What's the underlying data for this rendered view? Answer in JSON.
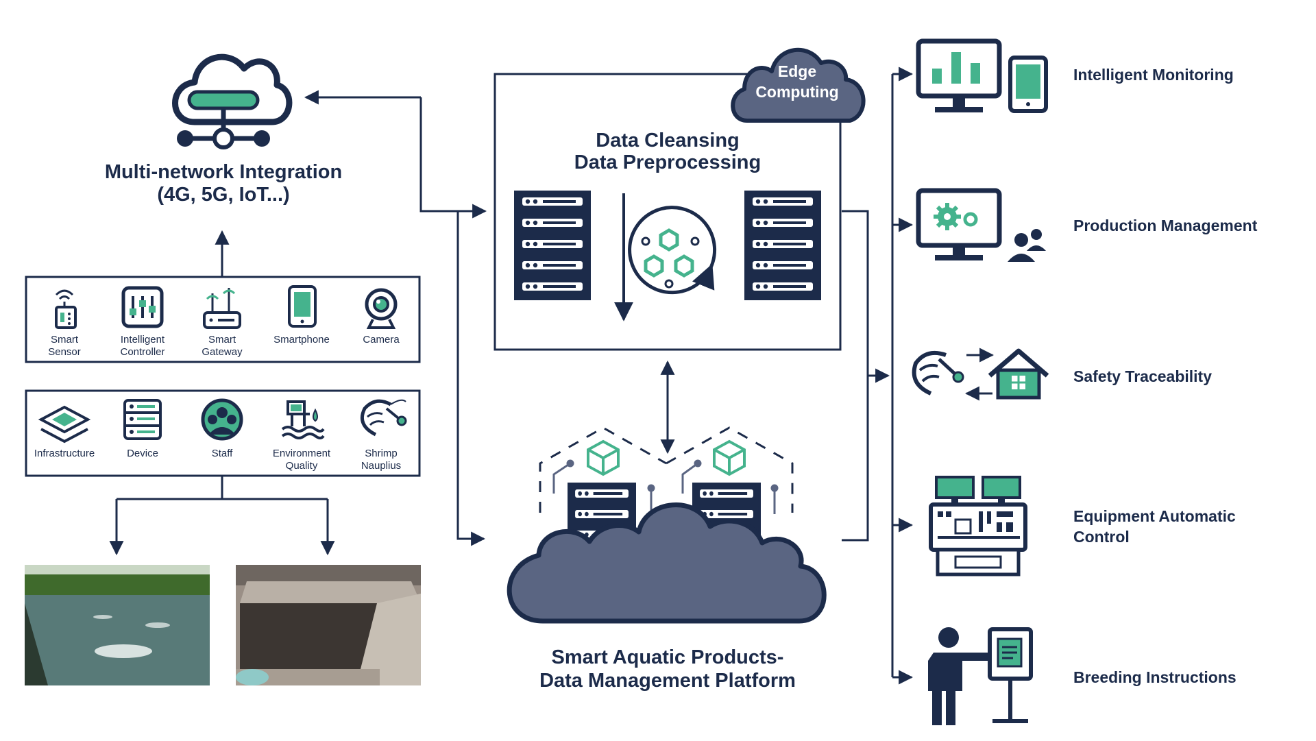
{
  "colors": {
    "navy": "#1c2b4a",
    "teal": "#45b38d",
    "slate": "#5a6582",
    "white": "#ffffff"
  },
  "network": {
    "icon": "cloud-network-icon",
    "line1": "Multi-network Integration",
    "line2": "(4G, 5G, IoT...)"
  },
  "devices": [
    {
      "icon": "smart-sensor-icon",
      "l1": "Smart",
      "l2": "Sensor"
    },
    {
      "icon": "intelligent-controller-icon",
      "l1": "Intelligent",
      "l2": "Controller"
    },
    {
      "icon": "smart-gateway-icon",
      "l1": "Smart",
      "l2": "Gateway"
    },
    {
      "icon": "smartphone-icon",
      "l1": "Smartphone",
      "l2": ""
    },
    {
      "icon": "camera-icon",
      "l1": "Camera",
      "l2": ""
    }
  ],
  "resources": [
    {
      "icon": "layers-icon",
      "l1": "Infrastructure",
      "l2": ""
    },
    {
      "icon": "server-stack-icon",
      "l1": "Device",
      "l2": ""
    },
    {
      "icon": "staff-icon",
      "l1": "Staff",
      "l2": ""
    },
    {
      "icon": "environment-quality-icon",
      "l1": "Environment",
      "l2": "Quality"
    },
    {
      "icon": "shrimp-icon",
      "l1": "Shrimp",
      "l2": "Nauplius"
    }
  ],
  "photos": [
    {
      "icon": "pond-photo"
    },
    {
      "icon": "tank-photo"
    }
  ],
  "processing": {
    "edge_line1": "Edge",
    "edge_line2": "Computing",
    "title1": "Data Cleansing",
    "title2": "Data Preprocessing"
  },
  "platform": {
    "line1": "Smart Aquatic Products-",
    "line2": "Data Management Platform"
  },
  "outputs": [
    {
      "icon": "monitor-tablet-icon",
      "l1": "Intelligent Monitoring",
      "l2": ""
    },
    {
      "icon": "management-icon",
      "l1": "Production Management",
      "l2": ""
    },
    {
      "icon": "traceability-icon",
      "l1": "Safety Traceability",
      "l2": ""
    },
    {
      "icon": "control-panel-icon",
      "l1": "Equipment Automatic",
      "l2": "Control"
    },
    {
      "icon": "instructor-icon",
      "l1": "Breeding Instructions",
      "l2": ""
    }
  ]
}
